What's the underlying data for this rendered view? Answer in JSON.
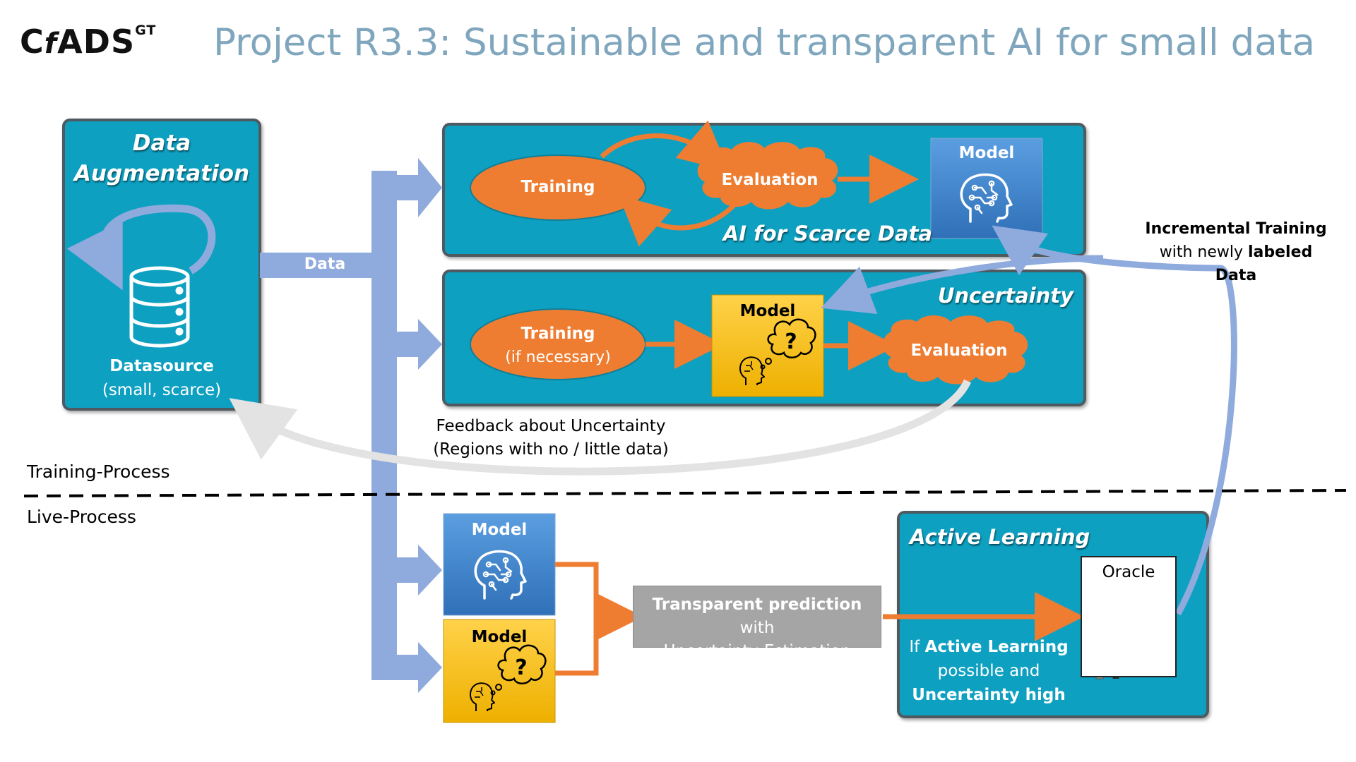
{
  "header": {
    "logo_main": "C",
    "logo_f": "f",
    "logo_rest": "ADS",
    "logo_sup": "GT",
    "title": "Project R3.3: Sustainable and transparent AI for small data"
  },
  "data_augmentation": {
    "title_line1": "Data",
    "title_line2": "Augmentation",
    "datasource_label": "Datasource",
    "datasource_sub": "(small, scarce)"
  },
  "flow": {
    "data_label": "Data"
  },
  "scarce_panel": {
    "title": "AI for Scarce Data",
    "training": "Training",
    "evaluation": "Evaluation",
    "model": "Model"
  },
  "uncertainty_panel": {
    "title": "Uncertainty",
    "training": "Training",
    "training_sub": "(if necessary)",
    "model": "Model",
    "evaluation": "Evaluation"
  },
  "feedback": {
    "line1": "Feedback about Uncertainty",
    "line2": "(Regions with no / little data)"
  },
  "incremental": {
    "line1": "Incremental Training",
    "line2_prefix": "with newly ",
    "line2_bold": "labeled",
    "line3": "Data"
  },
  "process": {
    "training": "Training-Process",
    "live": "Live-Process"
  },
  "live": {
    "model_a": "Model",
    "model_b": "Model",
    "prediction_bold": "Transparent prediction",
    "prediction_rest": " with",
    "prediction_line2": "Uncertainty-Estimation"
  },
  "active_learning": {
    "title": "Active Learning",
    "oracle": "Oracle",
    "cond_if": "If ",
    "cond_bold1": "Active Learning",
    "cond_line2": "possible and",
    "cond_bold2": "Uncertainty high"
  },
  "colors": {
    "teal": "#0ea0c1",
    "orange": "#ee7d31",
    "flow_blue": "#8faadc",
    "model_blue": "#3f87cf",
    "model_yellow": "#f5be1c",
    "title_blue": "#7fa6bd",
    "gray": "#a5a5a5"
  },
  "icons": [
    "database-icon",
    "cycle-arrow-icon",
    "brain-circuit-icon",
    "brain-question-icon",
    "person-at-computer-icon"
  ]
}
